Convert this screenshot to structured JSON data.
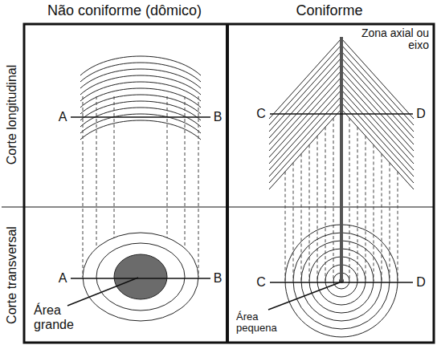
{
  "diagram": {
    "labels": [
      "Não coniforme (dômico)",
      "Coniforme",
      "Corte longitudinal",
      "Corte transversal",
      "A",
      "B",
      "Zona axial ou eixo",
      "C",
      "D",
      "A",
      "B",
      "Área grande",
      "C",
      "D",
      "Área pequena"
    ]
  }
}
